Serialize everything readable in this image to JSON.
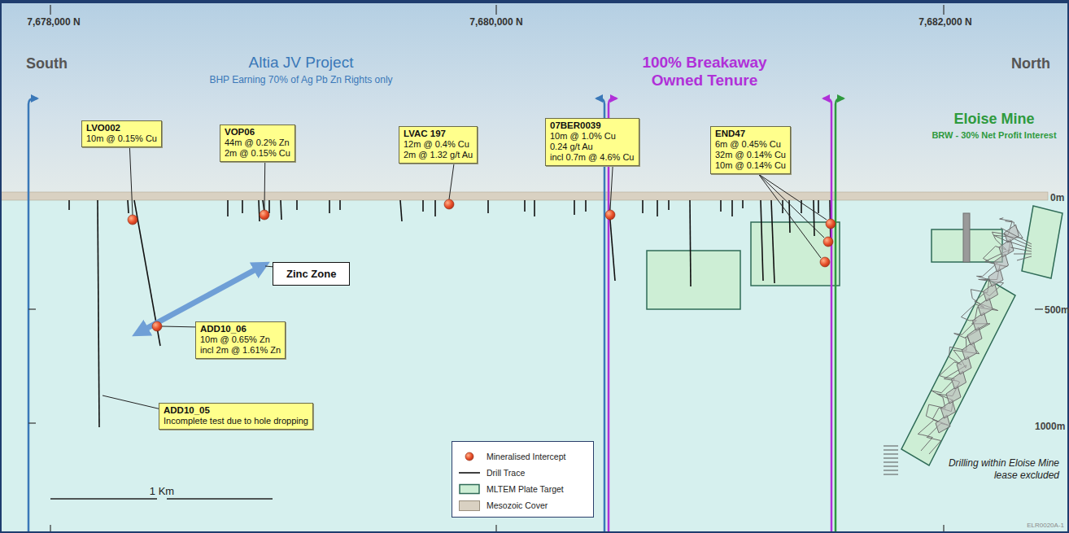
{
  "diagram": {
    "nodes": [
      {
        "text": [
          "LVO002",
          "10m @ 0.15% Cu"
        ]
      },
      {
        "text": [
          "VOP06",
          "44m @ 0.2% Zn",
          "2m @ 0.15% Cu"
        ]
      },
      {
        "text": [
          "LVAC 197",
          "12m @ 0.4% Cu",
          "2m @ 1.32 g/t Au"
        ]
      },
      {
        "text": [
          "07BER0039",
          "10m @ 1.0% Cu",
          "0.24 g/t Au",
          "incl 0.7m @ 4.6% Cu"
        ]
      },
      {
        "text": [
          "END47",
          "6m @ 0.45% Cu",
          "32m @ 0.14% Cu",
          "10m @ 0.14% Cu"
        ]
      },
      {
        "text": [
          "Zinc Zone"
        ]
      },
      {
        "text": [
          "ADD10_06",
          "10m @ 0.65% Zn",
          "incl 2m @ 1.61% Zn"
        ]
      },
      {
        "text": [
          "ADD10_05",
          "Incomplete test due to hole dropping"
        ]
      }
    ],
    "labels": [
      "7,678,000 N",
      "7,680,000 N",
      "7,682,000 N",
      "South",
      "North",
      "Altia JV Project",
      "BHP Earning 70% of Ag Pb Zn Rights only",
      "100% Breakaway Owned Tenure",
      "Eloise Mine",
      "BRW - 30% Net Profit Interest",
      "0m",
      "500m",
      "1000m",
      "1 Km",
      "Drilling within Eloise Mine lease excluded",
      "ELR0020A-1"
    ],
    "legend": [
      {
        "text": "Mineralised Intercept"
      },
      {
        "text": "Drill Trace"
      },
      {
        "text": "MLTEM Plate Target"
      },
      {
        "text": "Mesozoic Cover",
        "color": "#d9d1c2"
      }
    ]
  }
}
